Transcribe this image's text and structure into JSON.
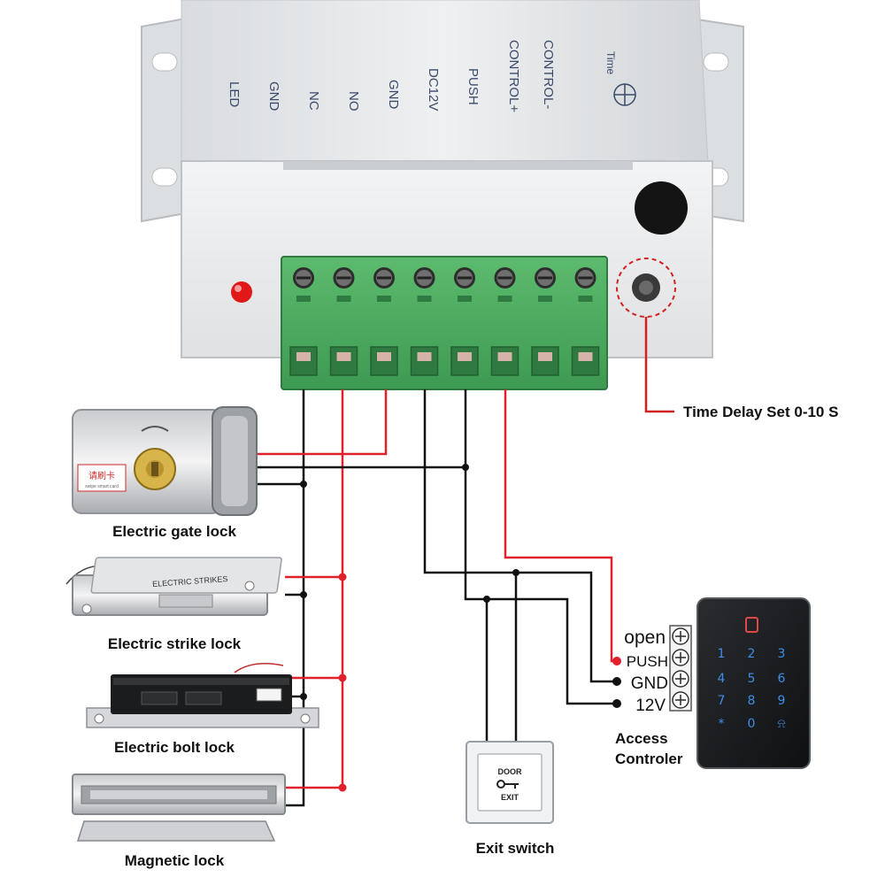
{
  "controller_box": {
    "terminal_labels": [
      "CONTROL-",
      "CONTROL+",
      "PUSH",
      "DC12V",
      "GND",
      "NO",
      "NC",
      "GND",
      "LED"
    ],
    "time_text": "Time"
  },
  "time_delay": {
    "label": "Time Delay Set 0-10 S"
  },
  "locks": {
    "gate": "Electric gate lock",
    "strike": "Electric strike lock",
    "bolt": "Electric bolt lock",
    "magnetic": "Magnetic lock"
  },
  "gate_lock_sticker": {
    "line1": "请刷卡",
    "line2": "swipe smart card"
  },
  "strike_lock_text": "ELECTRIC STRIKES",
  "exit_switch": {
    "label": "Exit switch",
    "top_text": "DOOR",
    "bottom_text": "EXIT"
  },
  "access_controller": {
    "label_line1": "Access",
    "label_line2": "Controler",
    "terminals": [
      "open",
      "PUSH",
      "GND",
      "12V"
    ],
    "keys": [
      "1",
      "2",
      "3",
      "4",
      "5",
      "6",
      "7",
      "8",
      "9",
      "*",
      "0",
      "⍾"
    ]
  },
  "colors": {
    "wire_red": "#e0202a",
    "wire_black": "#111111",
    "terminal_green": "#4caa5e",
    "box_grey": "#e6e8ea",
    "led_red": "#e01818"
  }
}
